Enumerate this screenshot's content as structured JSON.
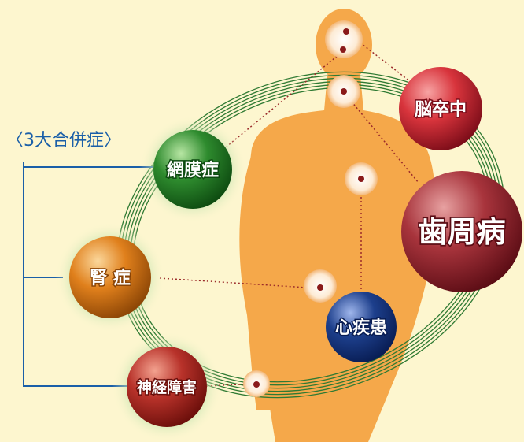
{
  "group_label": "〈3大合併症〉",
  "diseases": {
    "stroke": "脳卒中",
    "periodontal": "歯周病",
    "retinopathy": "網膜症",
    "nephropathy": "腎 症",
    "neuropathy": "神経障害",
    "heart": "心疾患"
  },
  "colors": {
    "background": "#fdf6cf",
    "body": "#f5a84a",
    "bracket": "#1a5fa8",
    "rings": "#2f7a33",
    "dotted_line": "#9b2a2a",
    "stroke_sphere": "#d8343c",
    "periodontal_sphere": "#a8343c",
    "retinopathy_sphere": "#2e8b2e",
    "nephropathy_sphere": "#e0801c",
    "neuropathy_sphere": "#b8322a",
    "heart_sphere": "#1d3f8c"
  }
}
